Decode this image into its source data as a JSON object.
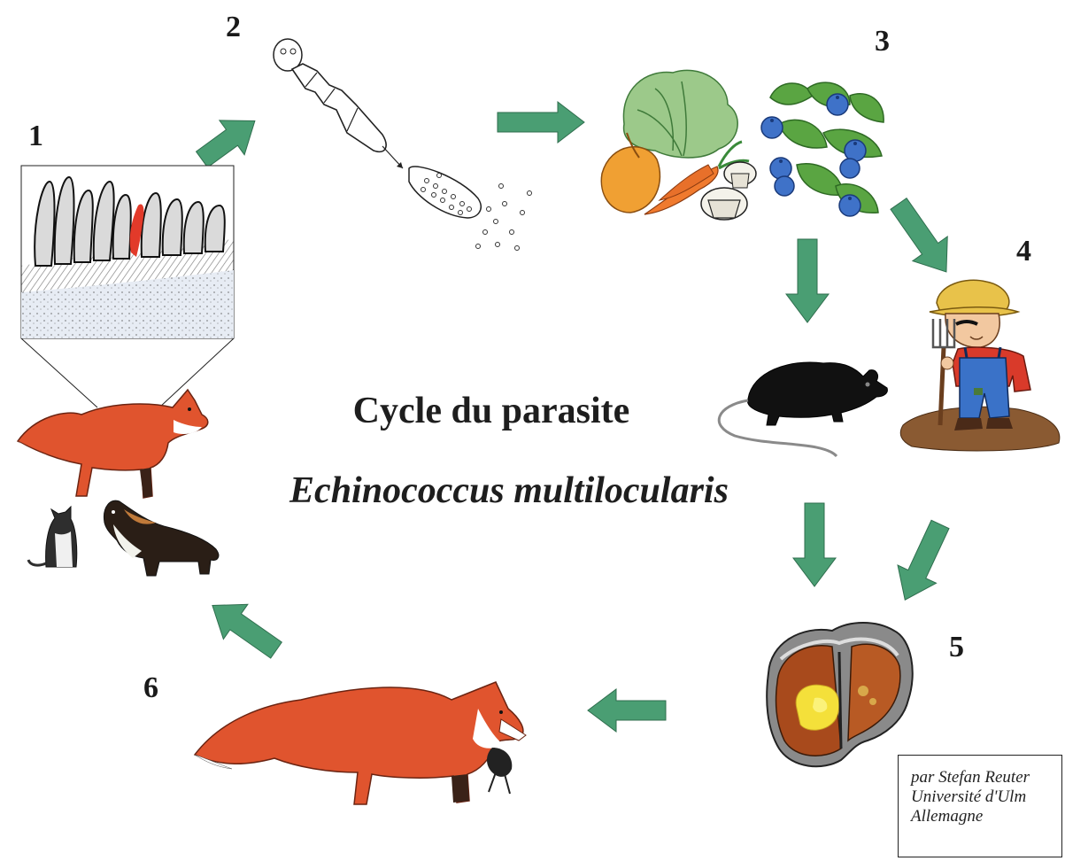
{
  "title": "Cycle du parasite",
  "subtitle": "Echinococcus multilocularis",
  "steps": [
    {
      "label": "1"
    },
    {
      "label": "2"
    },
    {
      "label": "3"
    },
    {
      "label": "4"
    },
    {
      "label": "5"
    },
    {
      "label": "6"
    }
  ],
  "credit": {
    "line1": "par Stefan Reuter",
    "line2": "Université d'Ulm",
    "line3": "Allemagne"
  },
  "colors": {
    "arrow": "#4a9e73",
    "fox": "#e0542e",
    "mouse": "#111111",
    "parasite": "#e23a2a",
    "liver": "#a84a1c",
    "lesion": "#f4e03a"
  },
  "illustrations": [
    "intestine-villi-illustration",
    "adult-tapeworm-illustration",
    "vegetables-illustration",
    "berries-illustration",
    "farmer-illustration",
    "mouse-illustration",
    "liver-illustration",
    "fox-eating-mouse-illustration",
    "fox-illustration",
    "cat-illustration",
    "dog-illustration"
  ]
}
